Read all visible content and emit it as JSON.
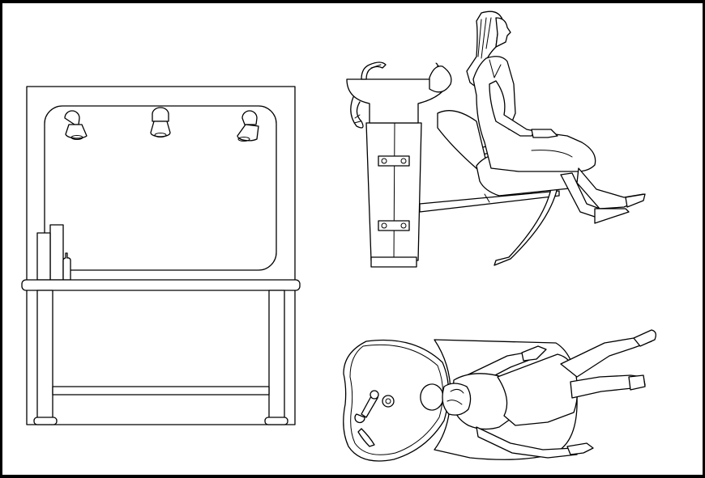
{
  "drawing": {
    "background": "#000000",
    "paper": "#ffffff",
    "line": "#000000",
    "views": [
      "shampoo-station-front-elevation",
      "shampoo-chair-side-elevation",
      "shampoo-station-plan-view"
    ]
  }
}
